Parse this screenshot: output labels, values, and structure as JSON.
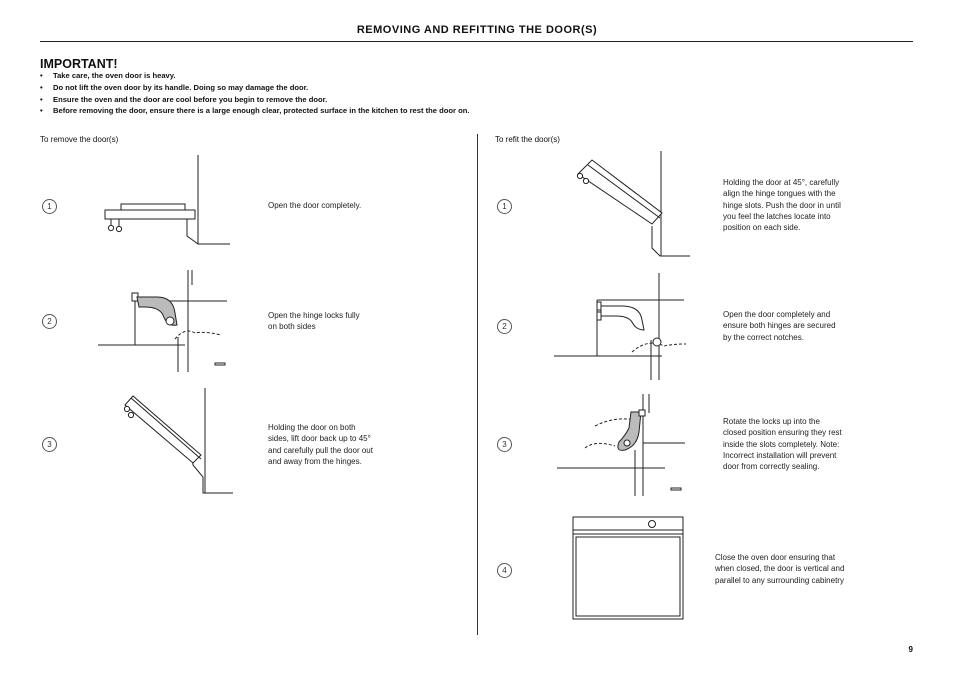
{
  "header": {
    "title": "REMOVING AND REFITTING THE DOOR(S)"
  },
  "important": {
    "heading": "IMPORTANT!",
    "items": [
      "Take care, the oven door is heavy.",
      "Do not lift the oven door by its handle. Doing so may damage the door.",
      "Ensure the oven and the door are cool before you begin to remove the door.",
      "Before removing the door, ensure there is a large enough clear, protected surface in the kitchen to rest the door on."
    ]
  },
  "remove": {
    "heading": "To remove the door(s)",
    "steps": [
      {
        "number": "1",
        "text": "Open the door completely."
      },
      {
        "number": "2",
        "text": "Open the hinge locks fully\non both sides"
      },
      {
        "number": "3",
        "text": "Holding the door on both\nsides, lift door back up to 45°\nand carefully pull the door out\nand away from the hinges."
      }
    ]
  },
  "refit": {
    "heading": "To refit the door(s)",
    "steps": [
      {
        "number": "1",
        "text": "Holding the door at 45°, carefully\nalign the hinge tongues with the\nhinge slots. Push the door in until\nyou feel the latches locate into\nposition on each side."
      },
      {
        "number": "2",
        "text": "Open the door completely and\nensure both hinges are secured\nby the correct notches."
      },
      {
        "number": "3",
        "text": "Rotate the locks up into the\nclosed position ensuring they rest\ninside the slots completely. Note:\nIncorrect installation will prevent\ndoor from correctly sealing."
      },
      {
        "number": "4",
        "text": "Close the oven door ensuring that\nwhen closed, the door is vertical and\nparallel to any surrounding cabinetry"
      }
    ]
  },
  "footer": {
    "page_number": "9"
  }
}
